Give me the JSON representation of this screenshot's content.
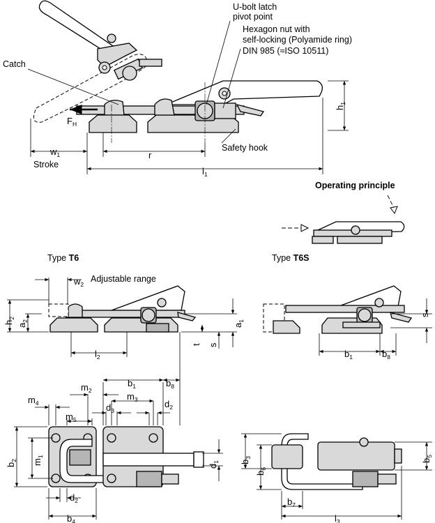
{
  "labels": {
    "ubolt_1": "U-bolt latch",
    "ubolt_2": "pivot point",
    "hex_1": "Hexagon nut with",
    "hex_2": "self-locking (Polyamide ring)",
    "hex_3": "DIN 985 (≈ISO 10511)",
    "catch": "Catch",
    "safety_hook": "Safety hook",
    "stroke": "Stroke",
    "operating_principle": "Operating principle",
    "type_prefix": "Type",
    "type_t6": "T6",
    "type_t6s": "T6S",
    "adjustable_range": "Adjustable range"
  },
  "dimensions": {
    "F_base": "F",
    "F_sub": "H",
    "h1_base": "h",
    "h1_sub": "1",
    "w1_base": "w",
    "w1_sub": "1",
    "r": "r",
    "l1_base": "l",
    "l1_sub": "1",
    "w2_base": "w",
    "w2_sub": "2",
    "h2_base": "h",
    "h2_sub": "2",
    "a2_base": "a",
    "a2_sub": "2",
    "a1_base": "a",
    "a1_sub": "1",
    "t": "t",
    "s": "s",
    "l2_base": "l",
    "l2_sub": "2",
    "b8_base": "b",
    "b8_sub": "8",
    "b1_base": "b",
    "b1_sub": "1",
    "m2_base": "m",
    "m2_sub": "2",
    "m4_base": "m",
    "m4_sub": "4",
    "m3_base": "m",
    "m3_sub": "3",
    "d3_base": "d",
    "d3_sub": "3",
    "d2_base": "d",
    "d2_sub": "2",
    "m5_base": "m",
    "m5_sub": "5",
    "b2_base": "b",
    "b2_sub": "2",
    "m1_base": "m",
    "m1_sub": "1",
    "d1_base": "d",
    "d1_sub": "1",
    "b4_base": "b",
    "b4_sub": "4",
    "b3_base": "b",
    "b3_sub": "3",
    "b6_base": "b",
    "b6_sub": "6",
    "b5_base": "b",
    "b5_sub": "5",
    "b7_base": "b",
    "b7_sub": "7",
    "l3_base": "l",
    "l3_sub": "3"
  }
}
